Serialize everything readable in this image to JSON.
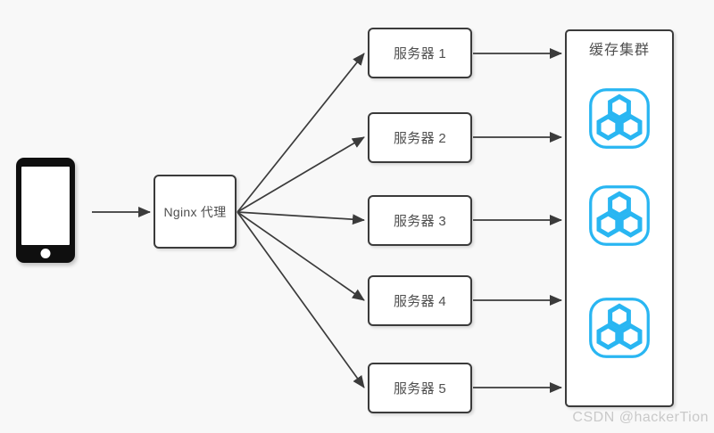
{
  "diagram": {
    "client": {
      "icon": "smartphone-icon"
    },
    "proxy": {
      "label": "Nginx 代理"
    },
    "servers": [
      {
        "label": "服务器 1"
      },
      {
        "label": "服务器 2"
      },
      {
        "label": "服务器 3"
      },
      {
        "label": "服务器 4"
      },
      {
        "label": "服务器 5"
      }
    ],
    "cache_cluster": {
      "title": "缓存集群",
      "icons": [
        "cluster-hexagons-icon",
        "cluster-hexagons-icon",
        "cluster-hexagons-icon"
      ]
    }
  },
  "watermark": "CSDN @hackerTion",
  "colors": {
    "canvas_bg": "#f8f8f8",
    "node_fill": "#ffffff",
    "node_border": "#3b3b3b",
    "node_text": "#4f4f4f",
    "arrow": "#3b3b3b",
    "icon_cyan": "#29b6f2",
    "phone_black": "#0f0f0f",
    "watermark_gray": "#c9c9c9"
  }
}
